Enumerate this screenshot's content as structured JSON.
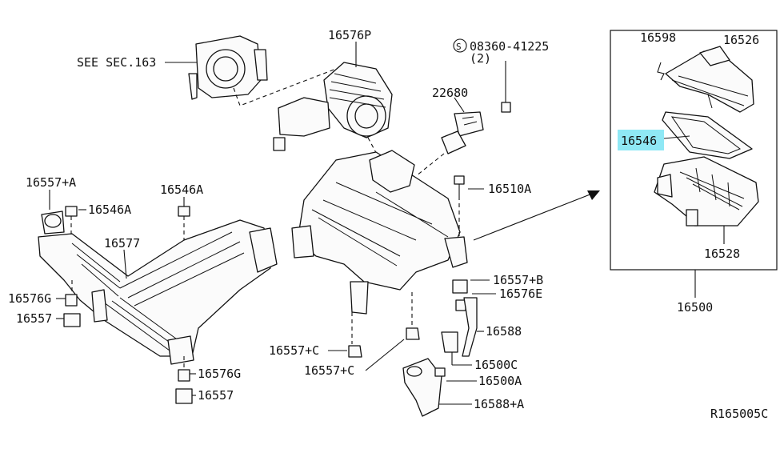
{
  "diagram": {
    "drawing_code": "R165005C",
    "see_section": "SEE SEC.163",
    "highlight_color": "#8fe8f5",
    "callouts": {
      "p16576P": "16576P",
      "bolt_spec": "08360-41225",
      "bolt_qty": "(2)",
      "bolt_symbol": "S",
      "p22680": "22680",
      "p16598": "16598",
      "p16526": "16526",
      "p16546": "16546",
      "p16528": "16528",
      "p16500": "16500",
      "p16557A": "16557+A",
      "p16546A_left": "16546A",
      "p16546A_top": "16546A",
      "p16577": "16577",
      "p16576G_left": "16576G",
      "p16557_left": "16557",
      "p16576G_bottom": "16576G",
      "p16557_bottom": "16557",
      "p16510A": "16510A",
      "p16557B": "16557+B",
      "p16576E": "16576E",
      "p16588": "16588",
      "p16500C": "16500C",
      "p16500A": "16500A",
      "p16588A": "16588+A",
      "p16557C_1": "16557+C",
      "p16557C_2": "16557+C"
    }
  }
}
